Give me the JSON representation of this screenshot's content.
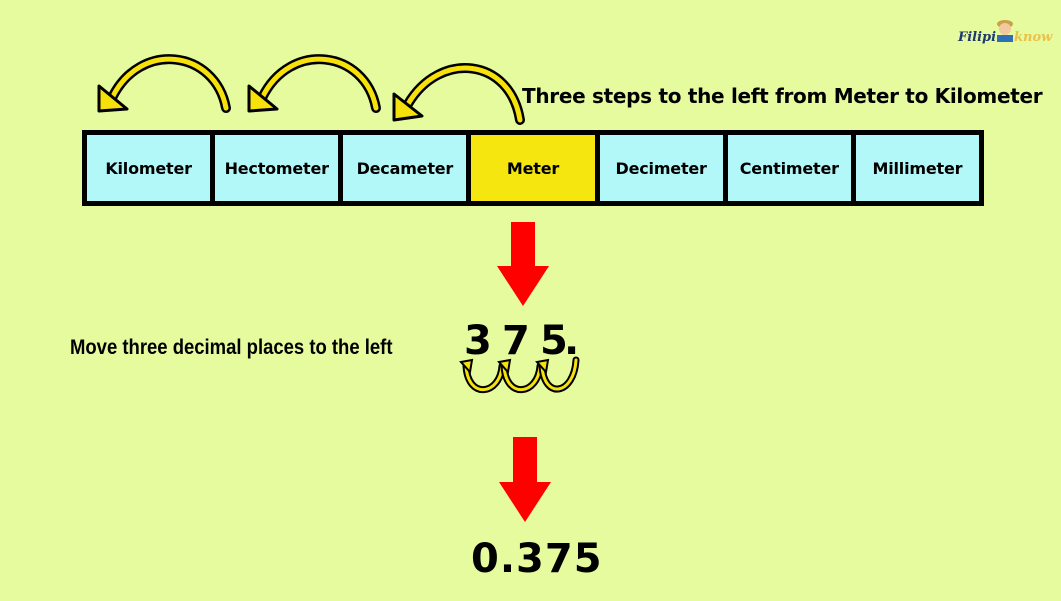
{
  "logo": {
    "part1": "Filipi",
    "part2": "know"
  },
  "heading": "Three steps to the left from Meter to Kilometer",
  "units": [
    {
      "label": "Kilometer",
      "active": false
    },
    {
      "label": "Hectometer",
      "active": false
    },
    {
      "label": "Decameter",
      "active": false
    },
    {
      "label": "Meter",
      "active": true
    },
    {
      "label": "Decimeter",
      "active": false
    },
    {
      "label": "Centimeter",
      "active": false
    },
    {
      "label": "Millimeter",
      "active": false
    }
  ],
  "instruction": "Move three decimal places to the left",
  "number": {
    "d1": "3",
    "d2": "7",
    "d3": "5",
    "point": "."
  },
  "result": "0.375",
  "colors": {
    "background": "#e6fa9e",
    "cell": "#b3f8f9",
    "active_cell": "#f4e60e",
    "arc": "#f7e10a",
    "arrow": "#ff0000"
  }
}
